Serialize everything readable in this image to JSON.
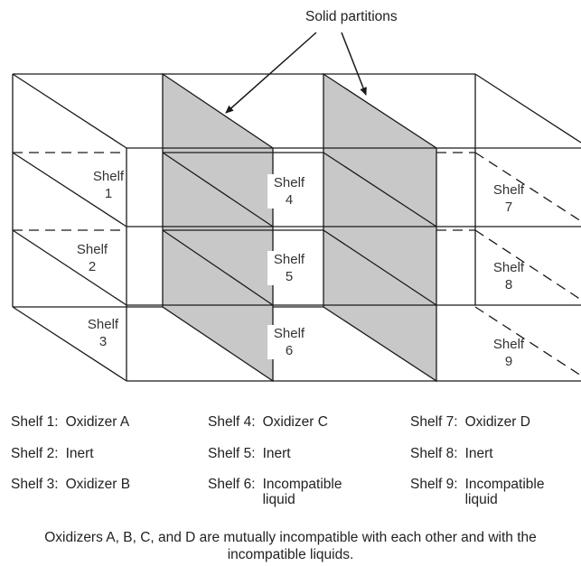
{
  "callout": "Solid partitions",
  "shelves": [
    {
      "line1": "Shelf",
      "line2": "1"
    },
    {
      "line1": "Shelf",
      "line2": "2"
    },
    {
      "line1": "Shelf",
      "line2": "3"
    },
    {
      "line1": "Shelf",
      "line2": "4"
    },
    {
      "line1": "Shelf",
      "line2": "5"
    },
    {
      "line1": "Shelf",
      "line2": "6"
    },
    {
      "line1": "Shelf",
      "line2": "7"
    },
    {
      "line1": "Shelf",
      "line2": "8"
    },
    {
      "line1": "Shelf",
      "line2": "9"
    }
  ],
  "legend": [
    {
      "key": "Shelf 1:",
      "value": "Oxidizer A"
    },
    {
      "key": "Shelf 2:",
      "value": "Inert"
    },
    {
      "key": "Shelf 3:",
      "value": "Oxidizer B"
    },
    {
      "key": "Shelf 4:",
      "value": "Oxidizer C"
    },
    {
      "key": "Shelf 5:",
      "value": "Inert"
    },
    {
      "key": "Shelf 6:",
      "value": "Incompatible liquid"
    },
    {
      "key": "Shelf 7:",
      "value": "Oxidizer D"
    },
    {
      "key": "Shelf 8:",
      "value": "Inert"
    },
    {
      "key": "Shelf 9:",
      "value": "Incompatible liquid"
    }
  ],
  "caption": "Oxidizers A, B, C, and D are mutually incompatible with each other and with the incompatible liquids.",
  "colors": {
    "partition_fill": "#c8c8c8",
    "line": "#1a1a1a"
  }
}
